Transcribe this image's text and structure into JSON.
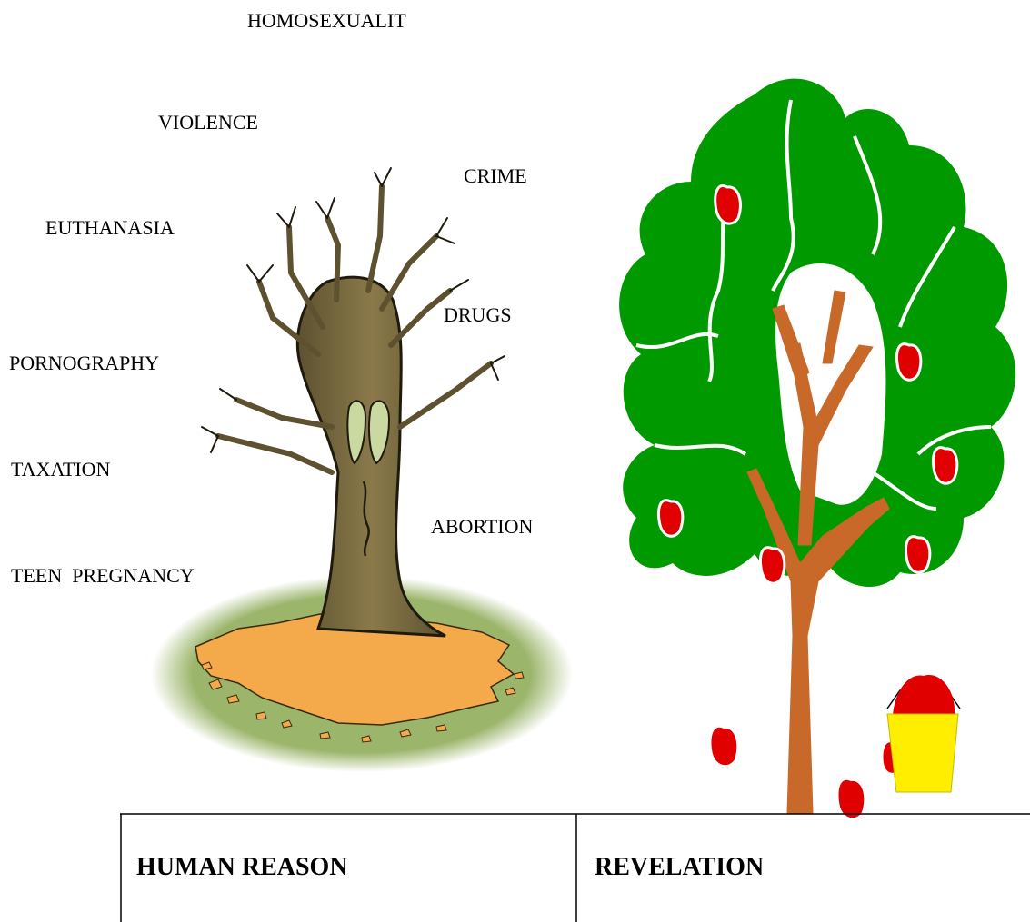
{
  "labels": {
    "homosexualit": "HOMOSEXUALIT",
    "violence": "VIOLENCE",
    "crime": "CRIME",
    "euthanasia": "EUTHANASIA",
    "drugs": "DRUGS",
    "pornography": "PORNOGRAPHY",
    "taxation": "TAXATION",
    "abortion": "ABORTION",
    "teen_pregnancy": "TEEN  PREGNANCY"
  },
  "base": {
    "left": "HUMAN REASON",
    "right": "REVELATION"
  },
  "colors": {
    "dead_trunk": "#7a6a3e",
    "dead_outline": "#1f1a0e",
    "ground_green": "#9bb56a",
    "leaf_litter": "#f4a94a",
    "foliage": "#009a00",
    "living_trunk": "#c8692a",
    "apple": "#e00000",
    "bucket": "#ffee00"
  }
}
